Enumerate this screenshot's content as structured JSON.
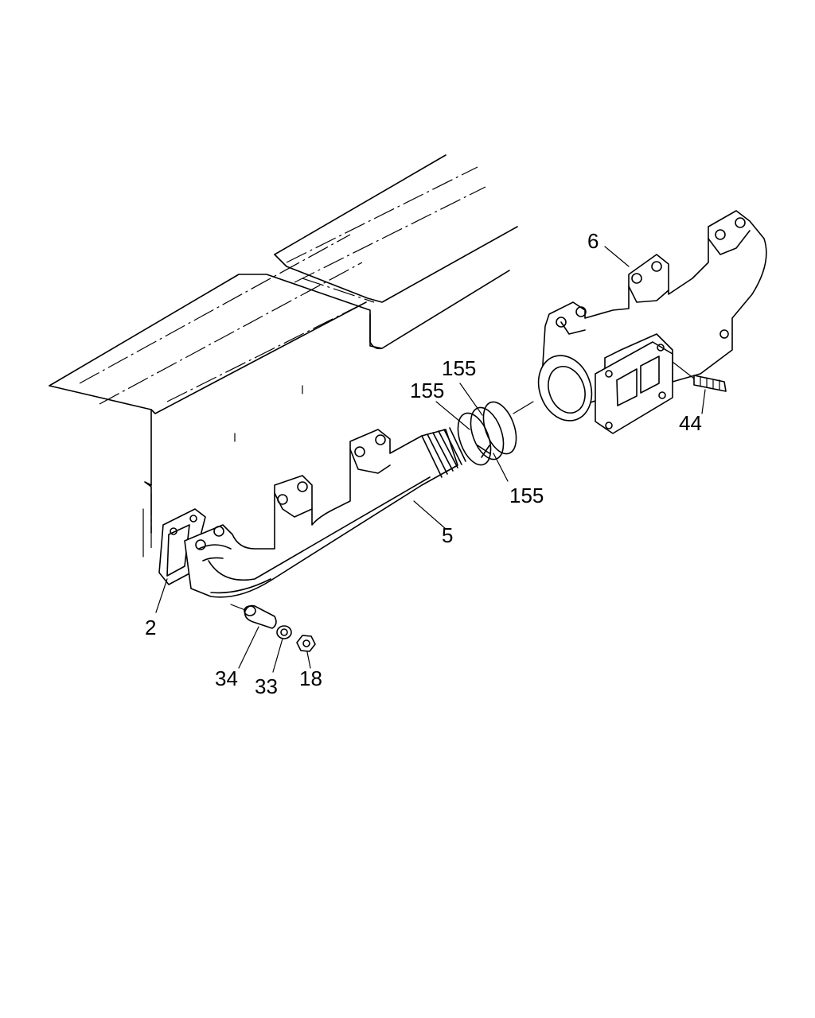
{
  "callouts": {
    "c6": "6",
    "c155_top": "155",
    "c155_left": "155",
    "c155_bottom": "155",
    "c44": "44",
    "c5": "5",
    "c2": "2",
    "c34": "34",
    "c33": "33",
    "c18": "18"
  }
}
